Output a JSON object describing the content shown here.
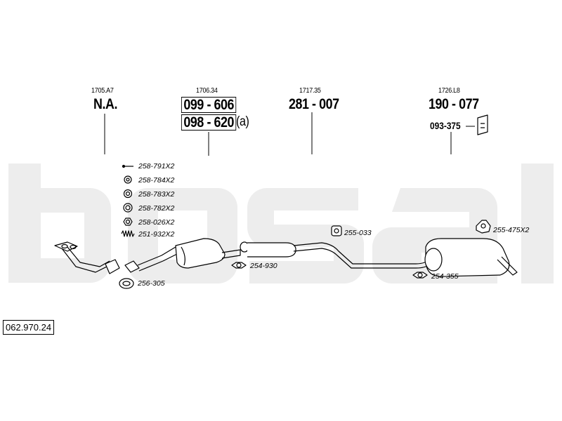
{
  "watermark": "bosal",
  "diagram_number": "062.970.24",
  "groups": [
    {
      "ref": "1705.A7",
      "parts": [
        "N.A."
      ]
    },
    {
      "ref": "1706.34",
      "parts": [
        "099 - 606",
        "098 - 620"
      ],
      "suffix": "(a)"
    },
    {
      "ref": "1717.35",
      "parts": [
        "281 - 007"
      ]
    },
    {
      "ref": "1726.L8",
      "parts": [
        "190 - 077",
        "093-375"
      ]
    }
  ],
  "fittings": [
    "258-791X2",
    "258-784X2",
    "258-783X2",
    "258-782X2",
    "258-026X2",
    "251-932X2"
  ],
  "parts": {
    "gasket_1": "256-305",
    "gasket_2": "254-930",
    "rubber_1": "255-033",
    "gasket_3": "254-355",
    "rubber_2": "255-475X2"
  }
}
